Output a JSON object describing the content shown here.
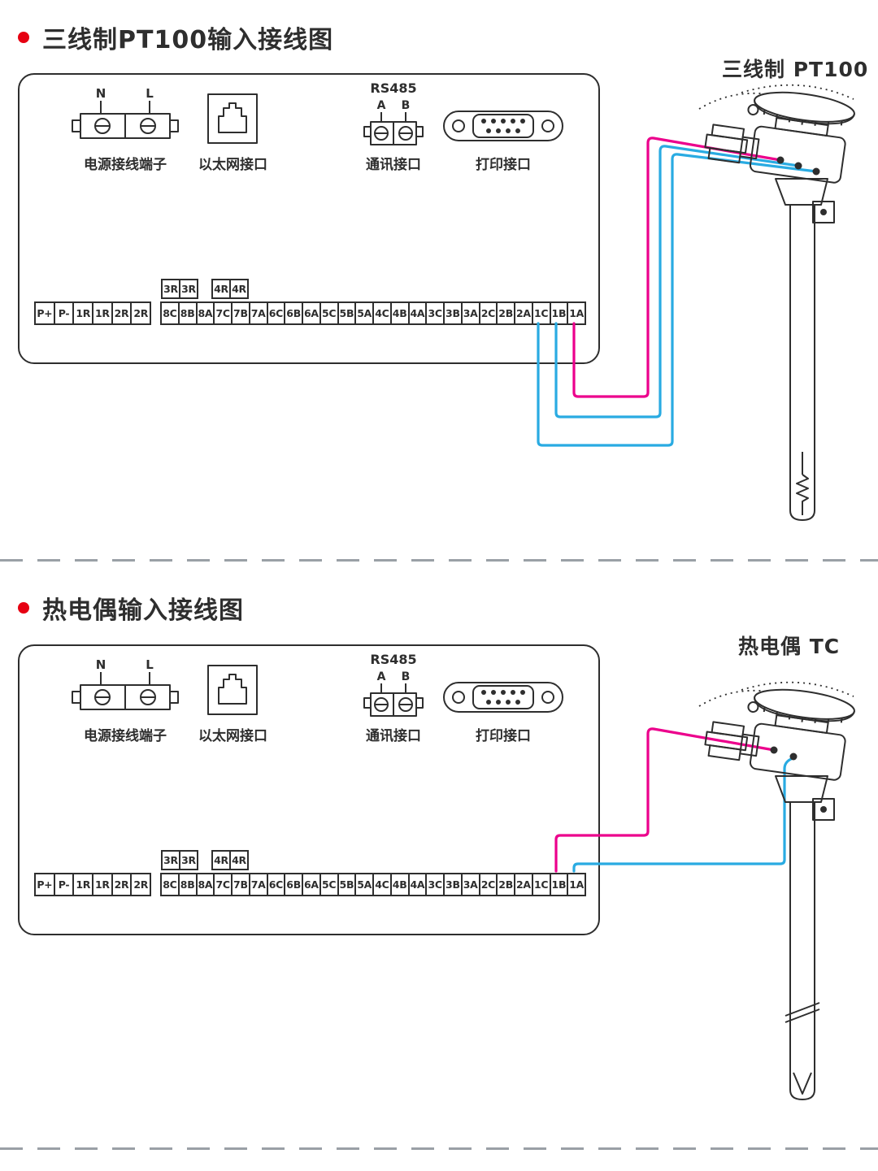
{
  "colors": {
    "outline": "#2e2e2e",
    "magenta": "#ec008c",
    "blue": "#29abe2",
    "bullet": "#e60012",
    "divider": "#9aa0a6"
  },
  "sections": {
    "pt100": {
      "title": "三线制PT100输入接线图",
      "sensor_label": "三线制 PT100",
      "panel": {
        "power": {
          "n": "N",
          "l": "L",
          "label": "电源接线端子"
        },
        "ethernet": {
          "label": "以太网接口"
        },
        "comm": {
          "heading": "RS485",
          "a": "A",
          "b": "B",
          "label": "通讯接口"
        },
        "printer": {
          "label": "打印接口"
        },
        "relay_labels_left": [
          "3R",
          "3R"
        ],
        "relay_labels_right": [
          "4R",
          "4R"
        ],
        "left_terminals": [
          "P+",
          "P-",
          "1R",
          "1R",
          "2R",
          "2R"
        ],
        "main_terminals": [
          "8C",
          "8B",
          "8A",
          "7C",
          "7B",
          "7A",
          "6C",
          "6B",
          "6A",
          "5C",
          "5B",
          "5A",
          "4C",
          "4B",
          "4A",
          "3C",
          "3B",
          "3A",
          "2C",
          "2B",
          "2A",
          "1C",
          "1B",
          "1A"
        ]
      }
    },
    "tc": {
      "title": "热电偶输入接线图",
      "sensor_label": "热电偶 TC",
      "panel": {
        "power": {
          "n": "N",
          "l": "L",
          "label": "电源接线端子"
        },
        "ethernet": {
          "label": "以太网接口"
        },
        "comm": {
          "heading": "RS485",
          "a": "A",
          "b": "B",
          "label": "通讯接口"
        },
        "printer": {
          "label": "打印接口"
        },
        "relay_labels_left": [
          "3R",
          "3R"
        ],
        "relay_labels_right": [
          "4R",
          "4R"
        ],
        "left_terminals": [
          "P+",
          "P-",
          "1R",
          "1R",
          "2R",
          "2R"
        ],
        "main_terminals": [
          "8C",
          "8B",
          "8A",
          "7C",
          "7B",
          "7A",
          "6C",
          "6B",
          "6A",
          "5C",
          "5B",
          "5A",
          "4C",
          "4B",
          "4A",
          "3C",
          "3B",
          "3A",
          "2C",
          "2B",
          "2A",
          "1C",
          "1B",
          "1A"
        ]
      }
    }
  }
}
